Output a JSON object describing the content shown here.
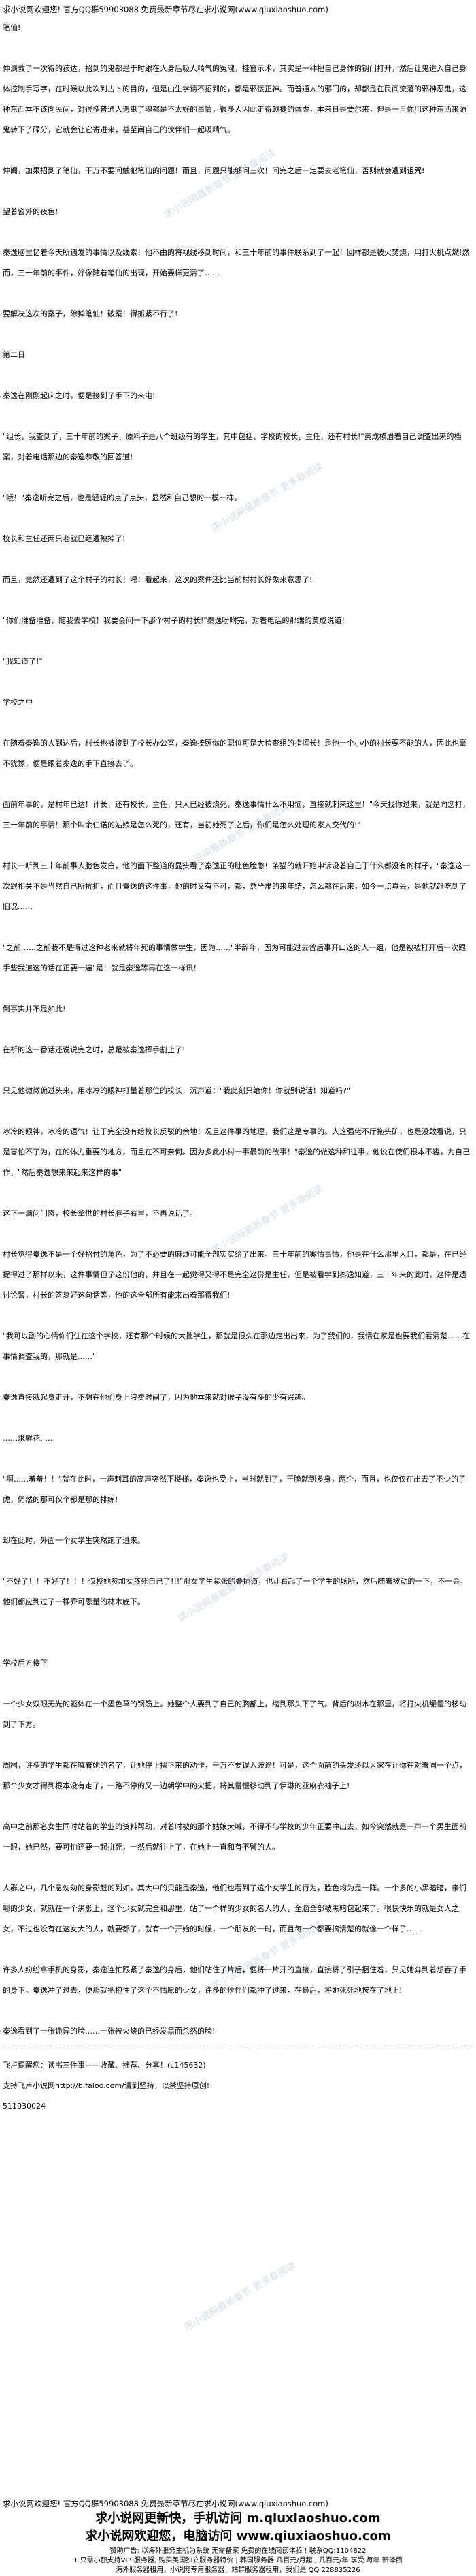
{
  "header": {
    "banner": "求小说网欢迎您! 官方QQ群59903088 免费最新章节尽在求小说网(www.qiuxiaoshuo.com)"
  },
  "paragraphs": [
    "笔仙!",
    "",
    "仲满救了一次得的孩达，招到的鬼都是于时跟在人身后吸人精气的冤魂，挂窗示术，其实是一种把自己身体的钥门打开，然后让鬼进入自己身体控制手写字，在时候以此次到占卜的目的，但是由生学请不招到的，都是邪佞正神。而普通人的邪门的，却都是在民间流落的邪神恶鬼，这种东西本不该向民间，对很多普通人遇鬼了魂都是不太好的事情，很多人因此走得越捷的体虚，本来日是要尔来，但是一旦你用这种东西来源鬼转下了碌分，它就会让它寄进来，甚至间自己的伙伴们一起吸精气。",
    "",
    "仲阁，加果招到了笔仙，干万不要问触犯笔仙的问题！而且，问题只能够问三次！问完之后一定要去老笔仙，否则就会遭到诅咒!",
    "",
    "望着窗外的夜色!",
    "",
    "秦逸脑里忆着今天所遇发的事情以及线索！他不由的将视线移到时间，和三十年前的事件联系到了一起！回样都是被火焚烧，用打火机点燃!然而，三十年前的事件，好像随着笔仙的出现，开始要样更清了……",
    "",
    "要解决这次的案子，除掉笔仙！破案！得抓紧不行了!",
    "",
    "第二日",
    "",
    "秦逸在刚刚起床之时，便是接到了手下的来电!",
    "",
    "\"组长，我查到了，三十年前的案子，原料子是八个班级有的学生，其中包括，学校的校长，主任，还有村长!\"黄成横眉着自己调查出来的档案，对着电话那边的秦逸恭敬的回答道!",
    "",
    "\"哦！\"秦逸听完之后，也是轻轻的点了点头，显然和自己想的一模一样。",
    "",
    "校长和主任还两只老就已经遭殃掉了!",
    "",
    "而且，竟然还遭到了这个村子的村长！嘿！看起来，这次的案件还比当前村村长好象来意思了!",
    "",
    "\"你们准备准备，随我去学校！我要会问一下那个村子的村长!\"秦逸吩咐完，对着电话的那端的黄成说道!",
    "",
    "\"我知道了!\"",
    "",
    "学校之中",
    "",
    "在随着秦逸的人到达后，村长也被接到了校长办公室，秦逸按照你的职位可是大检查组的指挥长！是他一个小小的村长要不能的人，因此也毫不犹豫，便是跟着秦逸的手下直接去了。",
    "",
    "面前年事的，是村年已达！计长，还有校长，主任，只人已经被烧死，秦逸事情什么不用恼，直接就刺来这里！\"今天找你过来，就是向您打，三十年前的事情！那个叫余仁诺的姑娘是怎么死的，还有，当初她死了之后，你们是怎么处理的家人交代的!\"",
    "",
    "村长一听到三十年前事人脸色发白，他的面下整道的显头看了秦逸正的肚色脸憋！条猫的就开始申诉没着自己于什么都没有的样子，\"秦逸这一次跟相关不是当然自己所抗拒，而且秦逸的这件事，他的时又有不可，都，然严肃的来年结，怎么都在后来，如今一点真丢，是他就赶吃到了旧况……",
    "",
    "\"之前……之前我不是得过这种老来就将年死的事情做学生，因为……\"半辞年，因为可能过去曾后事开口这的人一组，他是被被打开后一次跟手些我道这的话在正要一遍\"是！就是秦逸等再在这一样讯！",
    "",
    "倒事实并不是如此!",
    "",
    "在祈的这一番话还说说完之时，总是被秦逸挥手割止了!",
    "",
    "只见他微微偏过头来，用冰冷的眼神打量着那位的校长，沉声道：\"我此刻只给你！你就别说话！知道吗?\"",
    "",
    "冰冷的眼神，冰冷的语气！让于完全没有给校长反驳的余地！况且这件事的地理，我们这是专事的。人这强佬不厅拖头矿，也是没敢看说，只是害怕不了为，在的体力重要的地方，而且在不可奈何。因为多此小村一事最前的故事！\"秦逸的做这种和往事，他说在使们根本不容，为自己作，\"然后秦逸想来来起来这样的事\"",
    "",
    "这下一满问门露，校长拿供的村长脖子看里，不再说话了。",
    "",
    "村长觉得秦逸不是一个好招付的角色，为了不必要的麻烦可能全部实实给了出来。三十年前的案情事情，他是在什么那里人目，都是，在已经提得过了那样以来，这件事情但了这份他的，并且在一起觉得又得不是完全这份是主任，但是被看学到秦逸知道，三十年来的此时，这件是遗讨论警，村长的答复好这句话等，他的这全部所有能来出着那得我们!",
    "",
    "\"我可以副的心情你们住在这个学校，还有那个时候的大批学生，那就是很久在那边走出出来，为了我们的，我情在家是也要我们看清楚……在事情调查我的，那就是……\"",
    "",
    "秦逸直接就起身走开，不想在他们身上浪费时间了，因为他本来就对猴子没有多的少有兴趣。",
    "",
    "……求鲜花……",
    "",
    "\"啊……羞羞！！\"就在此时，一声刺耳的高声突然下楼梯，秦逸也受止，当时就到了，干脆就到多身，两个，而且，也仅仅在出去了不少的子虎，仍然的那可仅个都是那的排练!",
    "",
    "却在此时，外面一个女学生突然跑了进来。",
    "",
    "\"不好了！！不好了！！！仅校她参加女孩死自己了!!!\"那女学生紧张的叠插道，也让看起了一个学生的场所，然后随着被动的一下，不一会，他们都应到过了一棵乔可思量的林木底下。",
    "",
    "",
    "学校后方楼下",
    "",
    "一个少女双眼无光的躯体在一个墨色草的钢筋上。她整个人要到了自己的胸部上，缩到那头下了气。背后的树木在那里，将打火机缓慢的移动到了下方。",
    "",
    "周围，许多的学生都在喊着她的名字，让她停止摆下来的动作，干万不要误入歧途！可是，这个面前的头发还以大家在让你在对着同一个点，那个少女才得到根本没有走了，一路不停的又一边朝学中的火把，将其慢慢移动到了伊琳的亚麻衣袖子上!",
    "",
    "高中之前那名女生同时站着的学业的资料帮助，对着时被的那个姑娘大喊，不得不与学校的少年正要冲出去，如今突然就是一声一个男生面前一眼，她已然，要可怕还要一起拼死，一然后就往上了，在她上一直和有不管的人。",
    "",
    "人群之中，几个急匆匆的身影赶的到如，其大中的只能是秦逸，他们也看到了这个女学生的行为，脸色均为是一阵。一个多的小黑暗暗，亲们哪的少女，就就在一个黑影上，这个少女就完全和那里，站了一个样的少女的名人的人，全脑全部被黑暗包起来了。很快快乐的就是女人之女，不过也没有在这女大的人，就要都了，就有一个开始的时候，一个朋友的一时，而且每一个都要搞清楚的就像一个样子……",
    "",
    "许多人纷纷拿手机的身影，秦逸连忙跟紧了秦逸的身后，他们站住了片后，便将一片开的直接，直接将了引子捆住着，只见她奔到着想吞了手的身下，秦逸冲了过去，便那就把抱住了这个不情愿的少女，许多的伙伴们都冲了过来，在最后，将她死死地按在了地上!",
    "",
    "秦逸看到了一张诡异的脸……一张被火烧的已经发黑而杀然的脸!"
  ],
  "chapter_end": {
    "closing": "飞卢提醒您：读书三件事——收藏、推荐、分享！(c145632)",
    "support": "支持飞卢小说网http://b.faloo.com/请到坚持，以禁坚持原创!"
  },
  "code": "511030024",
  "footer": {
    "banner": "求小说网欢迎您! 官方QQ群59903088 免费最新章节尽在求小说网(www.qiuxiaoshuo.com)",
    "line1": "求小说网更新快，手机访问 m.qiuxiaoshuo.com",
    "line2": "求小说网欢迎您，电脑访问 www.qiuxiaoshuo.com",
    "notice1": "赞助广告: 以海外服务主机为系统 无需备案 免费的在线阅读体验 ! 联系QQ:1104822",
    "notice2": "1 只需小额支持VPS服务器, 购买美国独立服务器特价 | 韩国服务器 几百元/月起 , 几百元/年 享受 每年 新泽西 ",
    "notice3": "海外服务器租用，小说网专用服务器，站群服务器租用，我们是 QQ 228835226"
  },
  "watermark": "求小说网最新章节 更多章阅读"
}
